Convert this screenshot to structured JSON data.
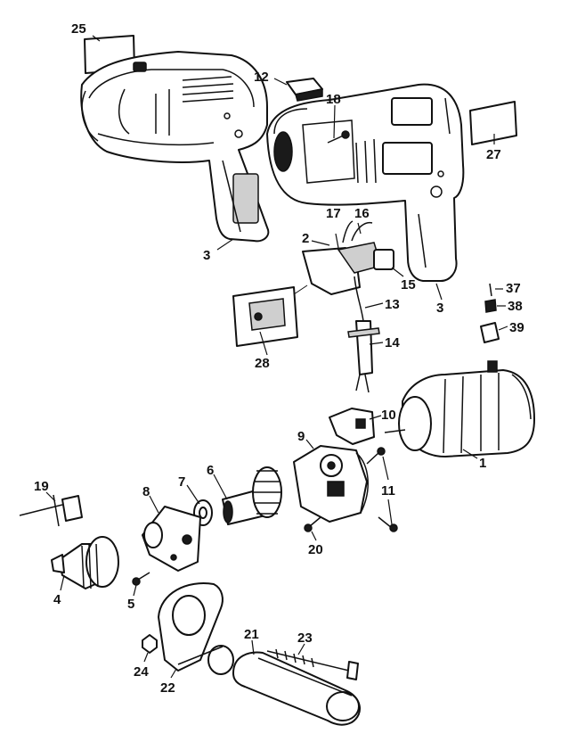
{
  "callouts": [
    {
      "id": "c1",
      "label": "1"
    },
    {
      "id": "c2",
      "label": "2"
    },
    {
      "id": "c3a",
      "label": "3"
    },
    {
      "id": "c3b",
      "label": "3"
    },
    {
      "id": "c4",
      "label": "4"
    },
    {
      "id": "c5",
      "label": "5"
    },
    {
      "id": "c6",
      "label": "6"
    },
    {
      "id": "c7",
      "label": "7"
    },
    {
      "id": "c8",
      "label": "8"
    },
    {
      "id": "c9",
      "label": "9"
    },
    {
      "id": "c10",
      "label": "10"
    },
    {
      "id": "c11",
      "label": "11"
    },
    {
      "id": "c12",
      "label": "12"
    },
    {
      "id": "c13",
      "label": "13"
    },
    {
      "id": "c14",
      "label": "14"
    },
    {
      "id": "c15",
      "label": "15"
    },
    {
      "id": "c16",
      "label": "16"
    },
    {
      "id": "c17",
      "label": "17"
    },
    {
      "id": "c18",
      "label": "18"
    },
    {
      "id": "c19",
      "label": "19"
    },
    {
      "id": "c20",
      "label": "20"
    },
    {
      "id": "c21",
      "label": "21"
    },
    {
      "id": "c22",
      "label": "22"
    },
    {
      "id": "c23",
      "label": "23"
    },
    {
      "id": "c24",
      "label": "24"
    },
    {
      "id": "c25",
      "label": "25"
    },
    {
      "id": "c27",
      "label": "27"
    },
    {
      "id": "c28",
      "label": "28"
    },
    {
      "id": "c37",
      "label": "37"
    },
    {
      "id": "c38",
      "label": "38"
    },
    {
      "id": "c39",
      "label": "39"
    }
  ]
}
